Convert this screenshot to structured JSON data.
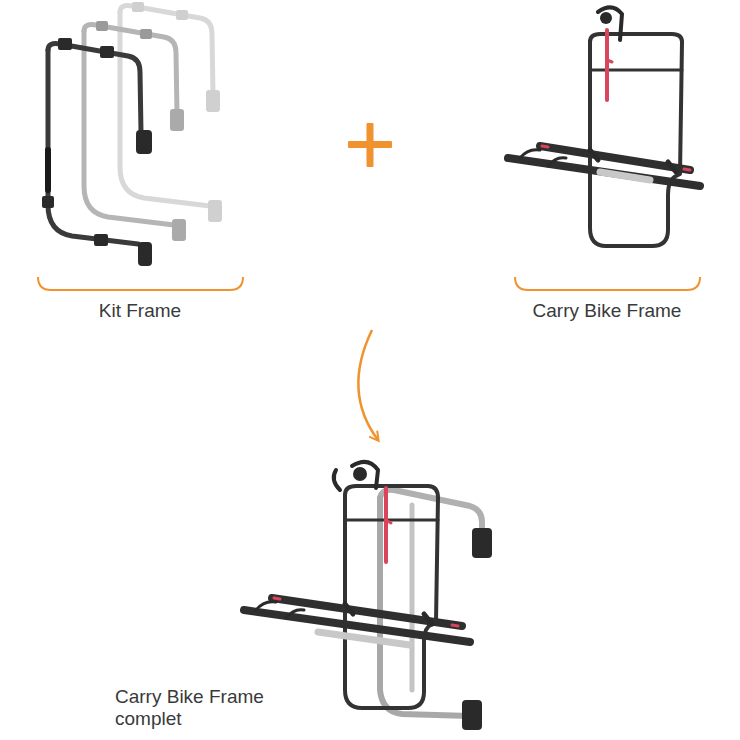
{
  "diagram": {
    "labels": [
      "Kit Frame",
      "Carry Bike Frame",
      "Carry Bike Frame complet"
    ]
  }
}
